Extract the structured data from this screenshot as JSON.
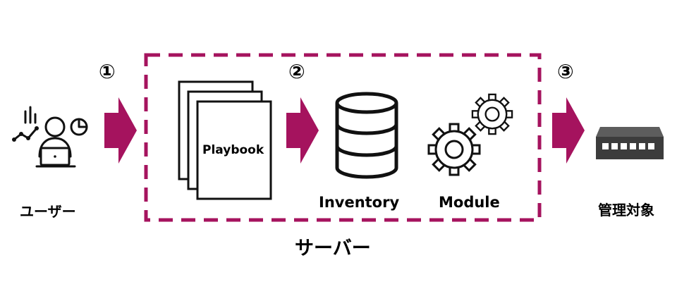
{
  "colors": {
    "accent": "#a5135e",
    "ink": "#111111",
    "server_grey": "#5d5d5d"
  },
  "steps": {
    "s1": "①",
    "s2": "②",
    "s3": "③"
  },
  "user": {
    "label": "ユーザー",
    "icon": "user-with-laptop-and-charts-icon"
  },
  "playbook": {
    "label": "Playbook",
    "icon": "stacked-documents-icon"
  },
  "inventory": {
    "label": "Inventory",
    "icon": "database-icon"
  },
  "module": {
    "label": "Module",
    "icon": "gears-icon"
  },
  "server": {
    "label": "サーバー"
  },
  "target": {
    "label": "管理対象",
    "icon": "network-switch-icon"
  },
  "arrow_icon": "right-arrow-icon"
}
